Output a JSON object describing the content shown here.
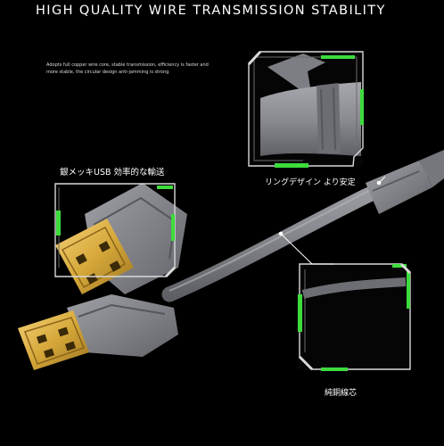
{
  "headline": "HIGH QUALITY WIRE TRANSMISSION STABILITY",
  "description": "Adopts full copper wire core, stable transmission, efficiency is faster and more stable, the circular design anti-jamming is strong",
  "labels": {
    "silver_plated": "銀メッキUSB 効率的な輸送",
    "ring_design": "リングデザイン より安定",
    "pure_copper": "純銅線芯"
  },
  "colors": {
    "background": "#000000",
    "cable": "#8d8f94",
    "accent": "#3ddc3d",
    "plug": "#d7a93b",
    "frame": "#d9d9d9"
  }
}
